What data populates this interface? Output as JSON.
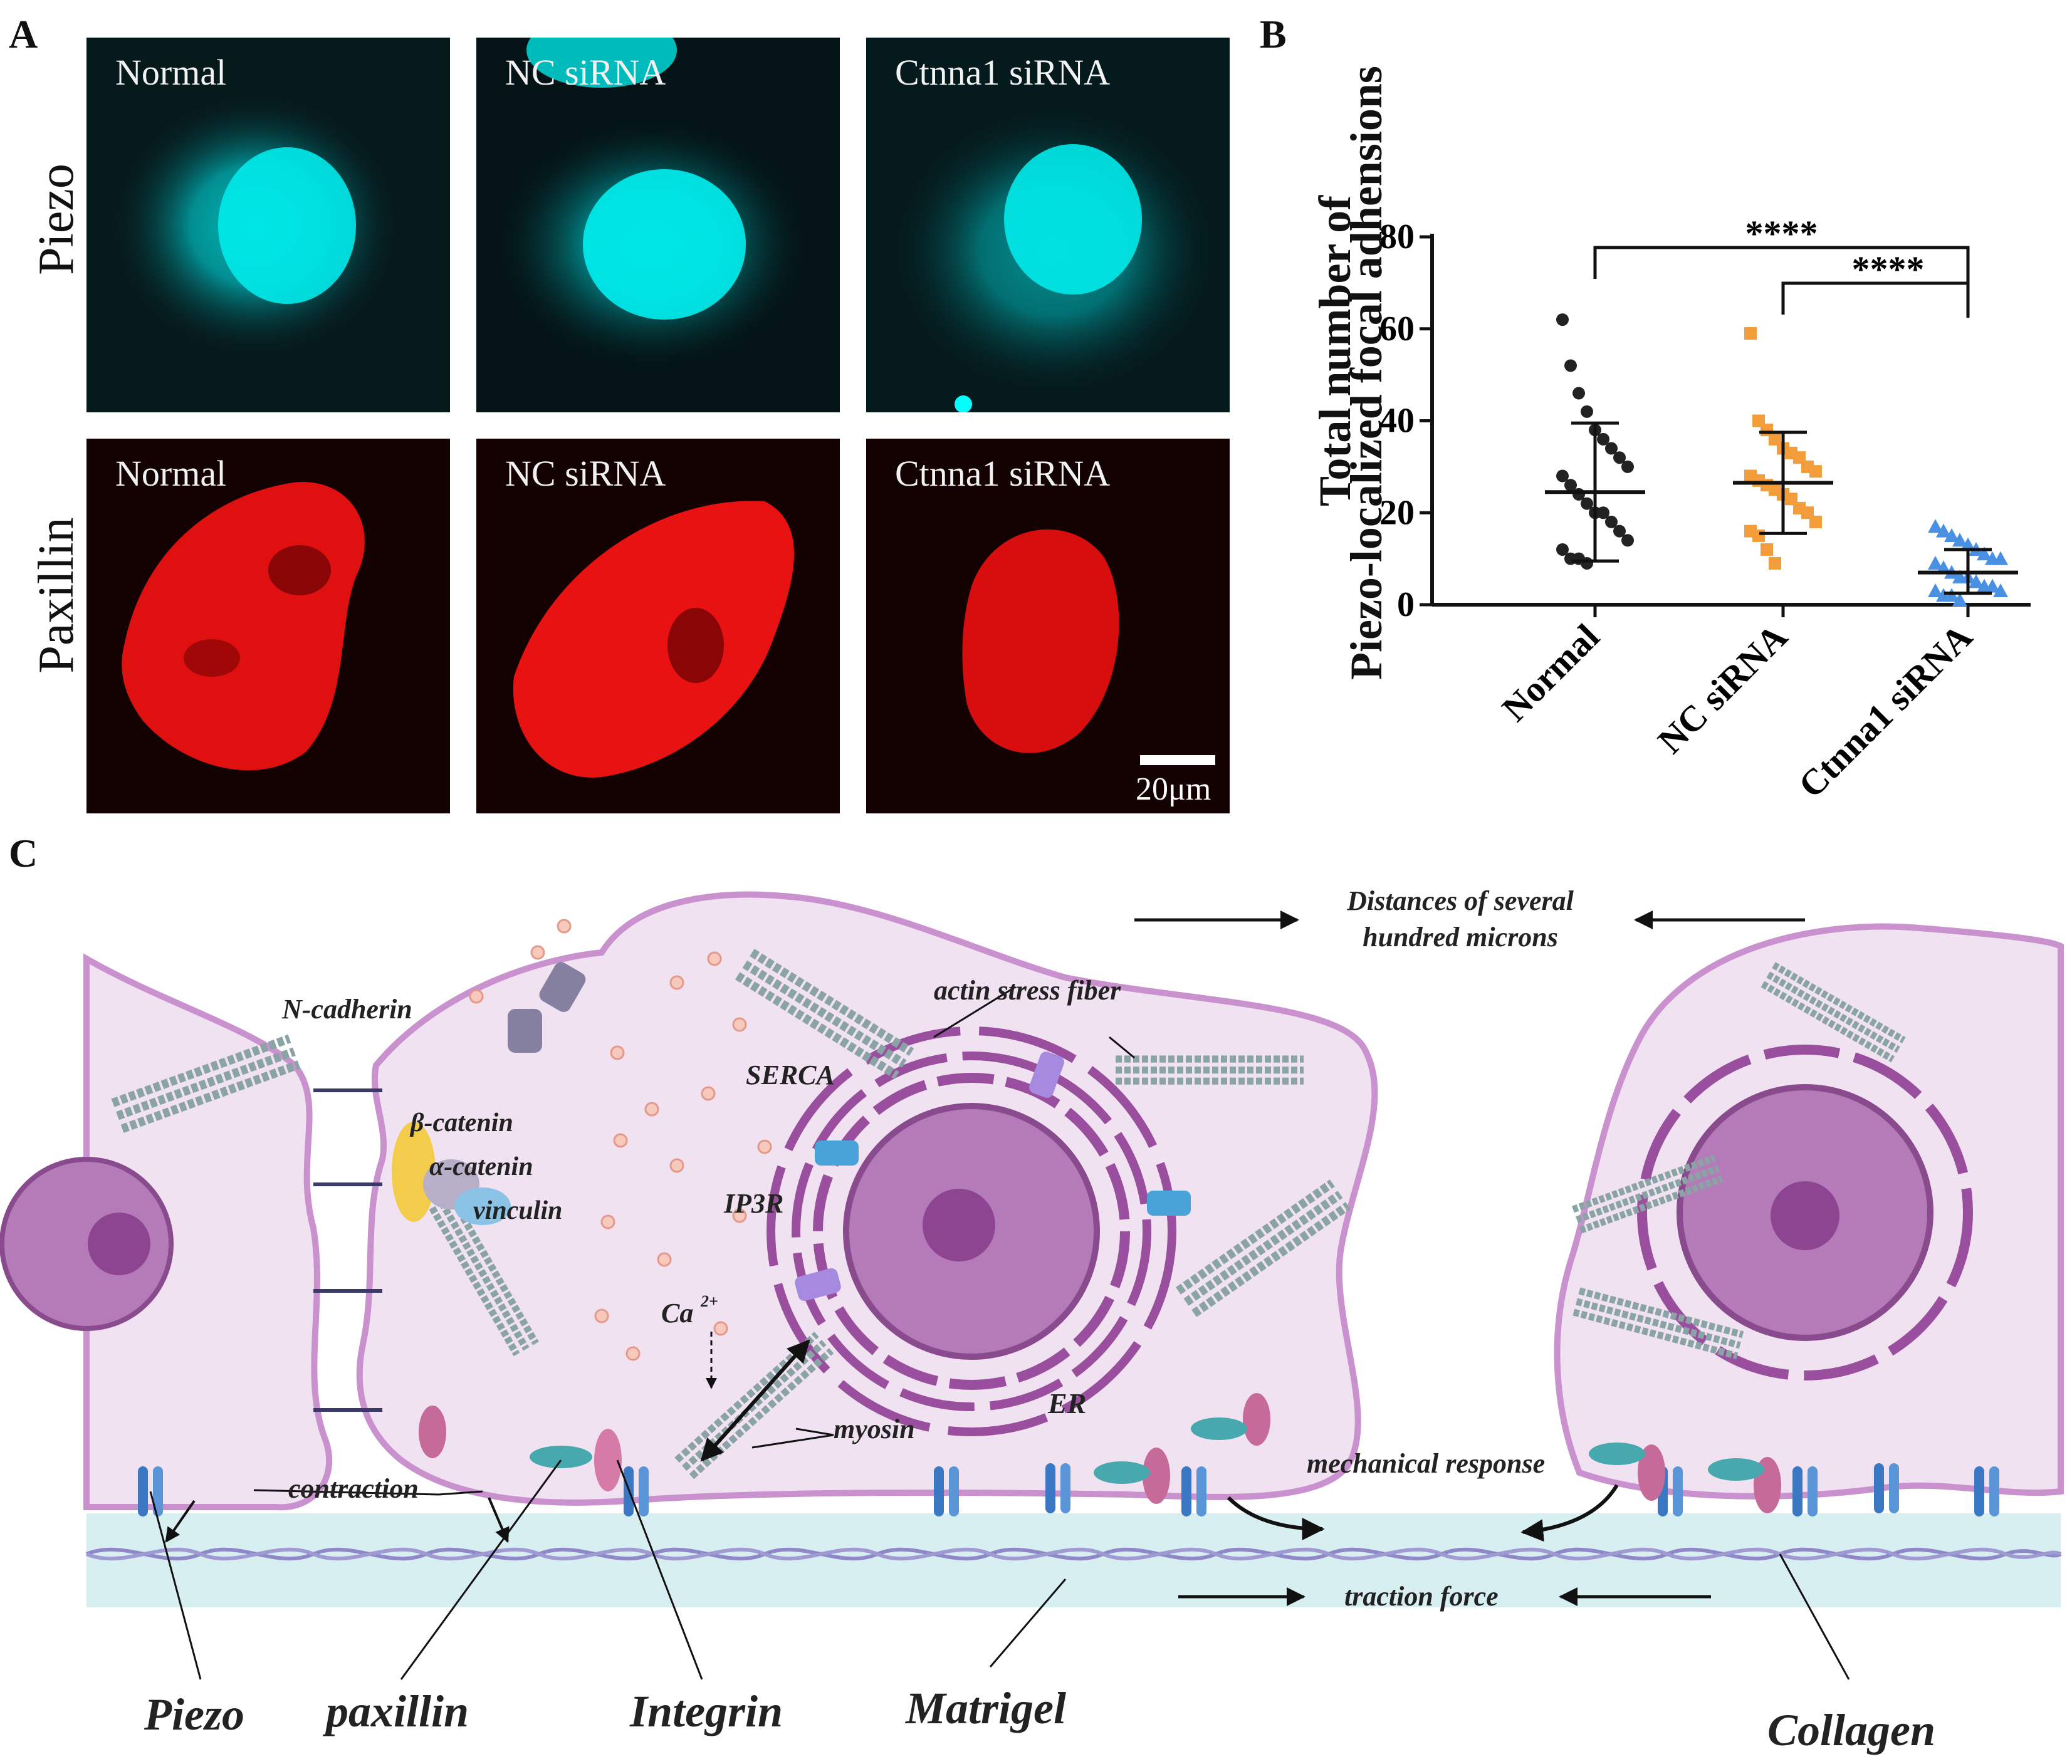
{
  "panel_a": {
    "letter": "A",
    "rows": [
      {
        "label": "Piezo",
        "images": [
          "Normal",
          "NC siRNA",
          "Ctnna1 siRNA"
        ],
        "tint": "#00e0e0"
      },
      {
        "label": "Paxillin",
        "images": [
          "Normal",
          "NC siRNA",
          "Ctnna1 siRNA"
        ],
        "tint": "#ff1a1a"
      }
    ],
    "scale_bar": "20μm"
  },
  "panel_b": {
    "letter": "B",
    "ylabel_line1": "Total number of",
    "ylabel_line2": "Piezo-localized focal adhensions",
    "significance": [
      "****",
      "****"
    ]
  },
  "chart_data": {
    "type": "scatter",
    "categories": [
      "Normal",
      "NC siRNA",
      "Ctnna1 siRNA"
    ],
    "ylim": [
      0,
      80
    ],
    "yticks": [
      0,
      20,
      40,
      60,
      80
    ],
    "ylabel": "Total number of Piezo-localized focal adhensions",
    "series": [
      {
        "category": "Normal",
        "color": "#222222",
        "marker": "circle",
        "mean": 24.5,
        "sd_low": 9.5,
        "sd_high": 39.5,
        "values": [
          62,
          52,
          46,
          42,
          38,
          36,
          34,
          32,
          30,
          28,
          26,
          24,
          22,
          20,
          20,
          18,
          16,
          14,
          12,
          10,
          10,
          9
        ]
      },
      {
        "category": "NC siRNA",
        "color": "#f39c3a",
        "marker": "square",
        "mean": 26.5,
        "sd_low": 15.5,
        "sd_high": 37.5,
        "values": [
          59,
          40,
          38,
          36,
          34,
          33,
          32,
          30,
          29,
          28,
          27,
          26,
          25,
          24,
          23,
          21,
          20,
          18,
          16,
          15,
          12,
          9
        ]
      },
      {
        "category": "Ctnna1 siRNA",
        "color": "#4a90e2",
        "marker": "triangle",
        "mean": 7.0,
        "sd_low": 2.5,
        "sd_high": 12.0,
        "values": [
          17,
          16,
          15,
          14,
          13,
          12,
          11,
          10,
          10,
          9,
          8,
          7,
          6,
          6,
          5,
          4,
          4,
          3,
          3,
          2,
          2,
          1
        ]
      }
    ],
    "comparisons": [
      {
        "from": "Normal",
        "to": "Ctnna1 siRNA",
        "label": "****"
      },
      {
        "from": "NC siRNA",
        "to": "Ctnna1 siRNA",
        "label": "****"
      }
    ]
  },
  "panel_c": {
    "letter": "C",
    "labels": {
      "distances": [
        "Distances of several",
        "hundred microns"
      ],
      "n_cadherin": "N-cadherin",
      "actin": "actin stress fiber",
      "serca": "SERCA",
      "beta_catenin": "β-catenin",
      "alpha_catenin": "α-catenin",
      "vinculin": "vinculin",
      "ip3r": "IP3R",
      "ca": "Ca",
      "ca_sup": "2+",
      "myosin": "myosin",
      "er": "ER",
      "contraction": "contraction",
      "mechanical": "mechanical response",
      "traction": "traction force",
      "piezo": "Piezo",
      "paxillin": "paxillin",
      "integrin": "Integrin",
      "matrigel": "Matrigel",
      "collagen": "Collagen"
    },
    "colors": {
      "cell_fill": "#f1e2f2",
      "cell_stroke": "#c991cd",
      "nucleus": "#a25aa6",
      "substrate": "#d8eff1",
      "piezo": "#3b78c4",
      "paxillin": "#c66a9a",
      "integrin": "#47a9ad"
    }
  }
}
